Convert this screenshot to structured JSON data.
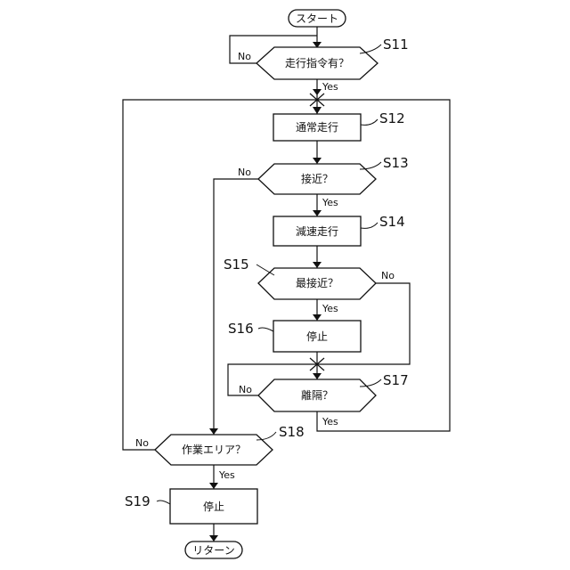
{
  "nodes": {
    "start": "スタート",
    "s11": "走行指令有？",
    "s12": "通常走行",
    "s13": "接近？",
    "s14": "減速走行",
    "s15": "最接近？",
    "s16": "停止",
    "s17": "離隔？",
    "s18": "作業エリア？",
    "s19": "停止",
    "end": "リターン"
  },
  "steps": {
    "s11": "S11",
    "s12": "S12",
    "s13": "S13",
    "s14": "S14",
    "s15": "S15",
    "s16": "S16",
    "s17": "S17",
    "s18": "S18",
    "s19": "S19"
  },
  "branches": {
    "s11_no": "No",
    "s11_yes": "Yes",
    "s13_no": "No",
    "s13_yes": "Yes",
    "s15_no": "No",
    "s15_yes": "Yes",
    "s17_no": "No",
    "s17_yes": "Yes",
    "s18_no": "No",
    "s18_yes": "Yes"
  }
}
